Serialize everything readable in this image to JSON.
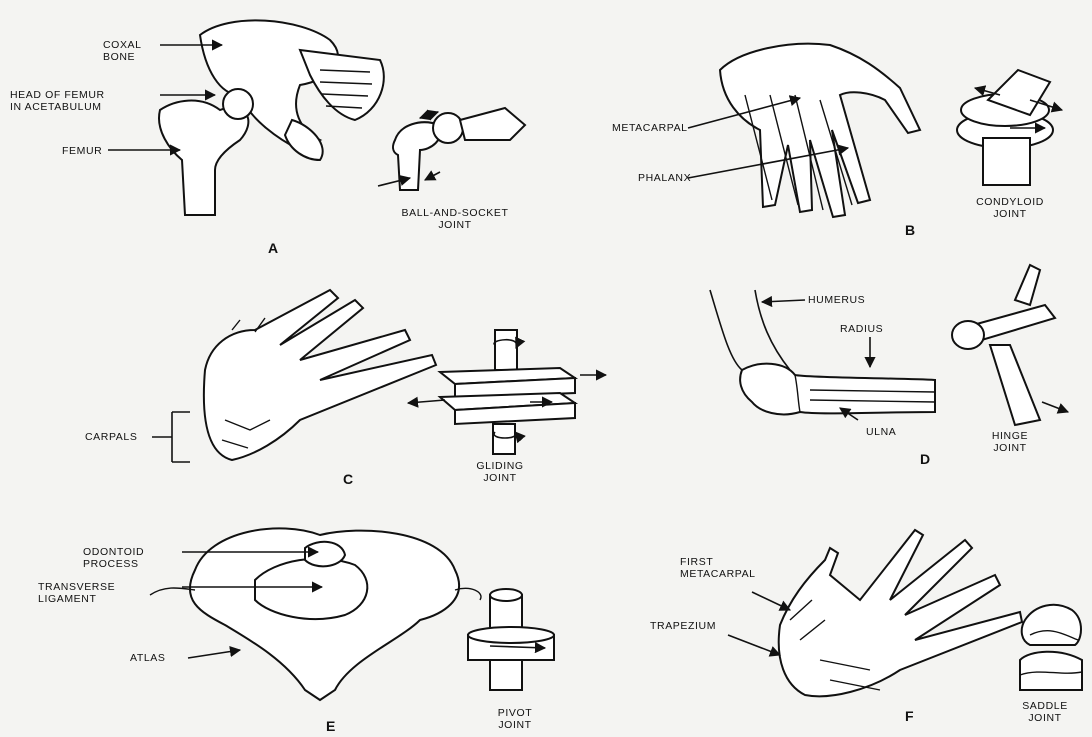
{
  "panels": {
    "a": {
      "letter": "A",
      "labels": {
        "coxal_bone": "COXAL\nBONE",
        "head_of_femur": "HEAD OF FEMUR\nIN ACETABULUM",
        "femur": "FEMUR"
      },
      "joint": "BALL-AND-SOCKET\nJOINT"
    },
    "b": {
      "letter": "B",
      "labels": {
        "metacarpal": "METACARPAL",
        "phalanx": "PHALANX"
      },
      "joint": "CONDYLOID\nJOINT"
    },
    "c": {
      "letter": "C",
      "labels": {
        "carpals": "CARPALS"
      },
      "joint": "GLIDING\nJOINT"
    },
    "d": {
      "letter": "D",
      "labels": {
        "humerus": "HUMERUS",
        "radius": "RADIUS",
        "ulna": "ULNA"
      },
      "joint": "HINGE\nJOINT"
    },
    "e": {
      "letter": "E",
      "labels": {
        "odontoid": "ODONTOID\nPROCESS",
        "transverse": "TRANSVERSE\nLIGAMENT",
        "atlas": "ATLAS"
      },
      "joint": "PIVOT\nJOINT"
    },
    "f": {
      "letter": "F",
      "labels": {
        "first_metacarpal": "FIRST\nMETACARPAL",
        "trapezium": "TRAPEZIUM"
      },
      "joint": "SADDLE\nJOINT"
    }
  }
}
